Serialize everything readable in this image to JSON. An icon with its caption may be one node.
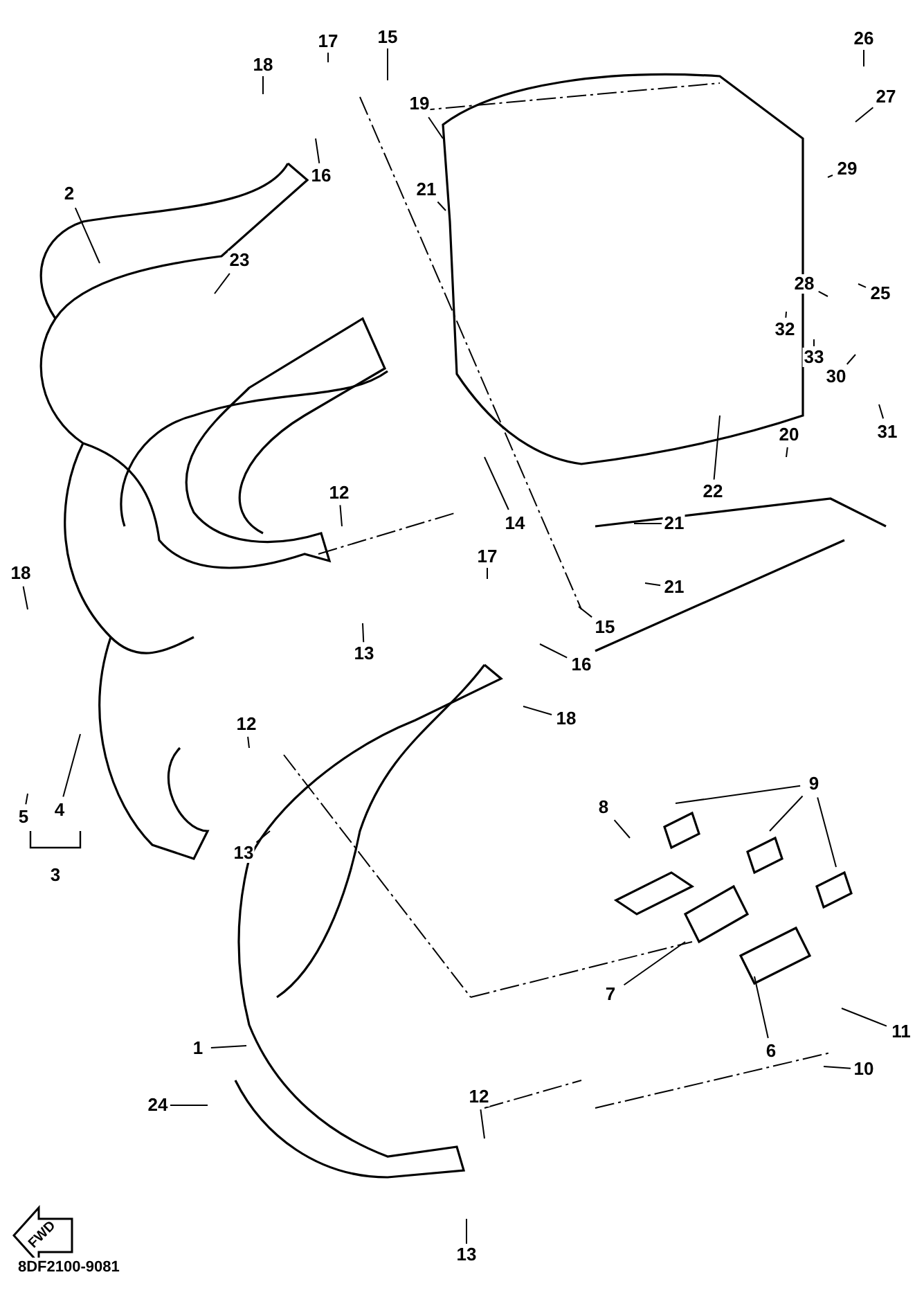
{
  "diagram": {
    "nodes": [
      {
        "text": [
          "18"
        ]
      },
      {
        "text": [
          "17"
        ]
      },
      {
        "text": [
          "15"
        ]
      },
      {
        "text": [
          "26"
        ]
      },
      {
        "text": [
          "27"
        ]
      },
      {
        "text": [
          "19"
        ]
      },
      {
        "text": [
          "2"
        ]
      },
      {
        "text": [
          "16"
        ]
      },
      {
        "text": [
          "29"
        ]
      },
      {
        "text": [
          "21"
        ]
      },
      {
        "text": [
          "23"
        ]
      },
      {
        "text": [
          "28"
        ]
      },
      {
        "text": [
          "25"
        ]
      },
      {
        "text": [
          "32"
        ]
      },
      {
        "text": [
          "33"
        ]
      },
      {
        "text": [
          "30"
        ]
      },
      {
        "text": [
          "31"
        ]
      },
      {
        "text": [
          "20"
        ]
      },
      {
        "text": [
          "12"
        ]
      },
      {
        "text": [
          "14"
        ]
      },
      {
        "text": [
          "22"
        ]
      },
      {
        "text": [
          "21"
        ]
      },
      {
        "text": [
          "18"
        ]
      },
      {
        "text": [
          "17"
        ]
      },
      {
        "text": [
          "21"
        ]
      },
      {
        "text": [
          "13"
        ]
      },
      {
        "text": [
          "15"
        ]
      },
      {
        "text": [
          "16"
        ]
      },
      {
        "text": [
          "18"
        ]
      },
      {
        "text": [
          "12"
        ]
      },
      {
        "text": [
          "4"
        ]
      },
      {
        "text": [
          "9"
        ]
      },
      {
        "text": [
          "5"
        ]
      },
      {
        "text": [
          "8"
        ]
      },
      {
        "text": [
          "13"
        ]
      },
      {
        "text": [
          "7"
        ]
      },
      {
        "text": [
          "1"
        ]
      },
      {
        "text": [
          "6"
        ]
      },
      {
        "text": [
          "11"
        ]
      },
      {
        "text": [
          "10"
        ]
      },
      {
        "text": [
          "24"
        ]
      },
      {
        "text": [
          "12"
        ]
      },
      {
        "text": [
          "13"
        ]
      }
    ],
    "edges": [
      {
        "from": 0,
        "to": null,
        "arrow": "none"
      },
      {
        "from": 1,
        "to": null,
        "arrow": "none"
      },
      {
        "from": 2,
        "to": null,
        "arrow": "none"
      },
      {
        "from": 3,
        "to": null,
        "arrow": "none"
      },
      {
        "from": 4,
        "to": null,
        "arrow": "none"
      },
      {
        "from": 5,
        "to": null,
        "arrow": "none"
      },
      {
        "from": 6,
        "to": null,
        "arrow": "none"
      },
      {
        "from": 7,
        "to": null,
        "arrow": "none"
      },
      {
        "from": 8,
        "to": null,
        "arrow": "none"
      },
      {
        "from": 9,
        "to": null,
        "arrow": "none"
      },
      {
        "from": 10,
        "to": null,
        "arrow": "none"
      },
      {
        "from": 11,
        "to": null,
        "arrow": "none"
      },
      {
        "from": 12,
        "to": null,
        "arrow": "none"
      },
      {
        "from": 13,
        "to": null,
        "arrow": "none"
      },
      {
        "from": 14,
        "to": null,
        "arrow": "none"
      },
      {
        "from": 15,
        "to": null,
        "arrow": "none"
      },
      {
        "from": 16,
        "to": null,
        "arrow": "none"
      },
      {
        "from": 17,
        "to": null,
        "arrow": "none"
      },
      {
        "from": 18,
        "to": null,
        "arrow": "none"
      },
      {
        "from": 19,
        "to": null,
        "arrow": "none"
      },
      {
        "from": 20,
        "to": null,
        "arrow": "none"
      },
      {
        "from": 21,
        "to": null,
        "arrow": "none"
      },
      {
        "from": 22,
        "to": null,
        "arrow": "none"
      },
      {
        "from": 23,
        "to": null,
        "arrow": "none"
      },
      {
        "from": 24,
        "to": null,
        "arrow": "none"
      },
      {
        "from": 25,
        "to": null,
        "arrow": "none"
      },
      {
        "from": 26,
        "to": null,
        "arrow": "none"
      },
      {
        "from": 27,
        "to": null,
        "arrow": "none"
      },
      {
        "from": 28,
        "to": null,
        "arrow": "none"
      },
      {
        "from": 29,
        "to": null,
        "arrow": "none"
      },
      {
        "from": 30,
        "to": null,
        "arrow": "none"
      },
      {
        "from": 31,
        "to": null,
        "arrow": "none"
      },
      {
        "from": 31,
        "to": null,
        "arrow": "none"
      },
      {
        "from": 31,
        "to": null,
        "arrow": "none"
      },
      {
        "from": 32,
        "to": null,
        "arrow": "none"
      },
      {
        "from": 33,
        "to": null,
        "arrow": "none"
      },
      {
        "from": 34,
        "to": null,
        "arrow": "none"
      },
      {
        "from": 35,
        "to": null,
        "arrow": "none"
      },
      {
        "from": 36,
        "to": null,
        "arrow": "none"
      },
      {
        "from": 37,
        "to": null,
        "arrow": "none"
      },
      {
        "from": 38,
        "to": null,
        "arrow": "none"
      },
      {
        "from": 39,
        "to": null,
        "arrow": "none"
      },
      {
        "from": 40,
        "to": null,
        "arrow": "none"
      },
      {
        "from": 41,
        "to": null,
        "arrow": "none"
      },
      {
        "from": 42,
        "to": null,
        "arrow": "none"
      }
    ],
    "labels": [
      "3",
      "FWD",
      "8DF2100-9081"
    ]
  }
}
